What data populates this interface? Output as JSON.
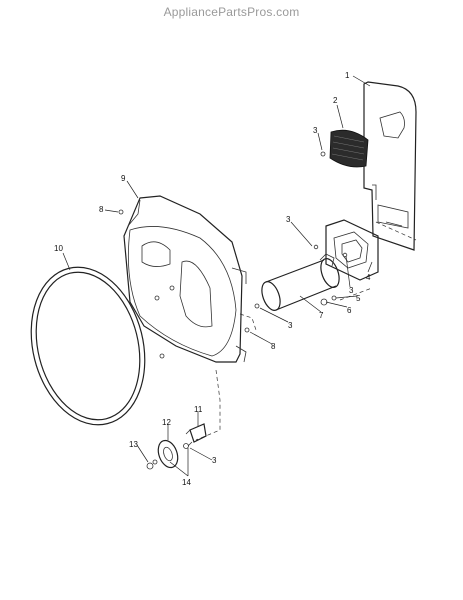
{
  "watermark": "AppliancePartsPros.com",
  "callouts": [
    {
      "id": "c1",
      "label": "1"
    },
    {
      "id": "c2",
      "label": "2"
    },
    {
      "id": "c3a",
      "label": "3"
    },
    {
      "id": "c9",
      "label": "9"
    },
    {
      "id": "c8a",
      "label": "8"
    },
    {
      "id": "c3b",
      "label": "3"
    },
    {
      "id": "c10",
      "label": "10"
    },
    {
      "id": "c4",
      "label": "4"
    },
    {
      "id": "c3c",
      "label": "3"
    },
    {
      "id": "c5",
      "label": "5"
    },
    {
      "id": "c6",
      "label": "6"
    },
    {
      "id": "c7",
      "label": "7"
    },
    {
      "id": "c3d",
      "label": "3"
    },
    {
      "id": "c8b",
      "label": "8"
    },
    {
      "id": "c11",
      "label": "11"
    },
    {
      "id": "c12",
      "label": "12"
    },
    {
      "id": "c13",
      "label": "13"
    },
    {
      "id": "c3e",
      "label": "3"
    },
    {
      "id": "c14",
      "label": "14"
    }
  ]
}
